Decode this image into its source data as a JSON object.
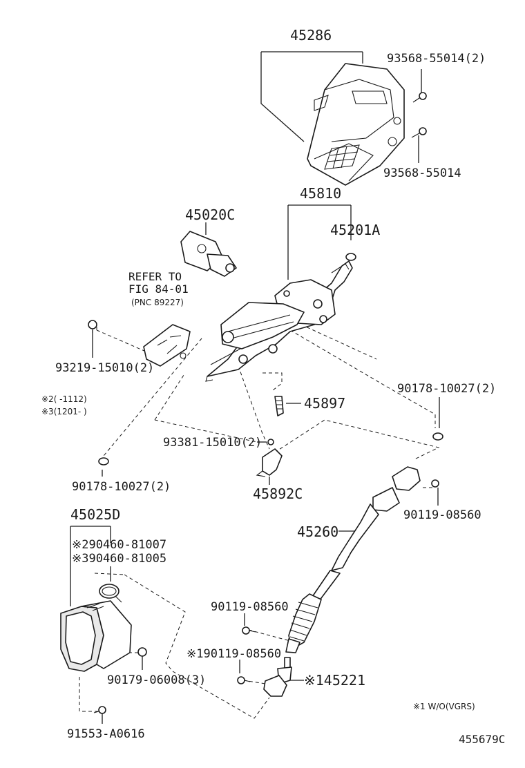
{
  "labels": {
    "p45286": "45286",
    "p93568_55014_2": "93568-55014(2)",
    "p93568_55014": "93568-55014",
    "p45810": "45810",
    "p45020C": "45020C",
    "p45201A": "45201A",
    "refer1": "REFER TO",
    "refer2": "FIG 84-01",
    "refer3": "(PNC 89227)",
    "p93219_15010_2": "93219-15010(2)",
    "note2": "※2(    -1112)",
    "note3": "※3(1201-    )",
    "p90178_10027_2_right": "90178-10027(2)",
    "p45897": "45897",
    "p93381_15010_2": "93381-15010(2)",
    "p90178_10027_2_left": "90178-10027(2)",
    "p45892C": "45892C",
    "p90119_08560_a": "90119-08560",
    "p45025D": "45025D",
    "p90460_81007": "※290460-81007",
    "p90460_81005": "※390460-81005",
    "p45260": "45260",
    "p90119_08560_b": "90119-08560",
    "p90119_08560_c": "※190119-08560",
    "p45221": "※145221",
    "p90179_06008_3": "90179-06008(3)",
    "note1": "※1 W/O(VGRS)",
    "p91553_A0616": "91553-A0616",
    "fig_id": "455679C"
  }
}
